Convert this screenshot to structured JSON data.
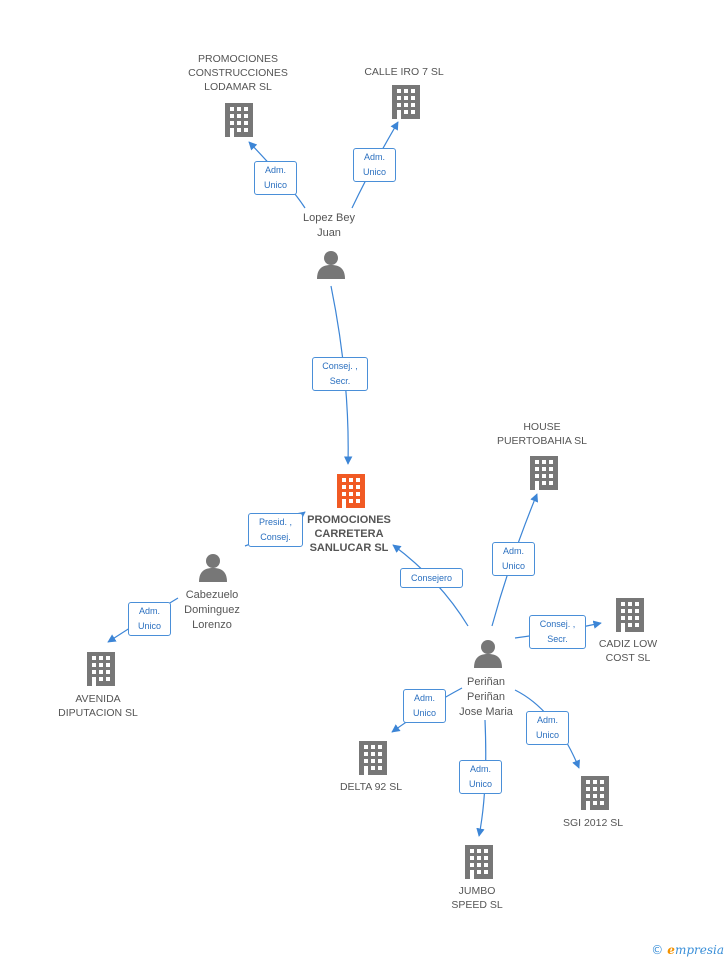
{
  "colors": {
    "edge": "#3c85d6",
    "building": "#777777",
    "center_building": "#f15a24",
    "person": "#777777"
  },
  "nodes": {
    "center": {
      "label": "PROMOCIONES\nCARRETERA\nSANLUCAR SL",
      "icon": "building-icon"
    },
    "promociones_lodamar": {
      "label": "PROMOCIONES\nCONSTRUCCIONES\nLODAMAR SL",
      "icon": "building-icon"
    },
    "calle_iro": {
      "label": "CALLE IRO 7 SL",
      "icon": "building-icon"
    },
    "lopez_bey": {
      "label": "Lopez Bey\nJuan",
      "icon": "person-icon"
    },
    "house_puertobahia": {
      "label": "HOUSE\nPUERTOBAHIA SL",
      "icon": "building-icon"
    },
    "cabezuelo": {
      "label": "Cabezuelo\nDominguez\nLorenzo",
      "icon": "person-icon"
    },
    "avenida": {
      "label": "AVENIDA\nDIPUTACION SL",
      "icon": "building-icon"
    },
    "perinan": {
      "label": "Periñan\nPeriñan\nJose Maria",
      "icon": "person-icon"
    },
    "cadiz": {
      "label": "CADIZ LOW\nCOST  SL",
      "icon": "building-icon"
    },
    "delta": {
      "label": "DELTA 92 SL",
      "icon": "building-icon"
    },
    "sgi": {
      "label": "SGI 2012 SL",
      "icon": "building-icon"
    },
    "jumbo": {
      "label": "JUMBO\nSPEED SL",
      "icon": "building-icon"
    }
  },
  "edges": {
    "lopez_to_lodamar": "Adm.\nUnico",
    "lopez_to_calleiro": "Adm.\nUnico",
    "lopez_to_center": "Consej. ,\nSecr.",
    "cabezuelo_to_center": "Presid. ,\nConsej.",
    "cabezuelo_to_avenida": "Adm.\nUnico",
    "perinan_to_center": "Consejero",
    "perinan_to_house": "Adm.\nUnico",
    "perinan_to_cadiz": "Consej. ,\nSecr.",
    "perinan_to_delta": "Adm.\nUnico",
    "perinan_to_sgi": "Adm.\nUnico",
    "perinan_to_jumbo": "Adm.\nUnico"
  },
  "watermark": {
    "copyright": "©",
    "brand_initial": "e",
    "brand_rest": "mpresia"
  }
}
